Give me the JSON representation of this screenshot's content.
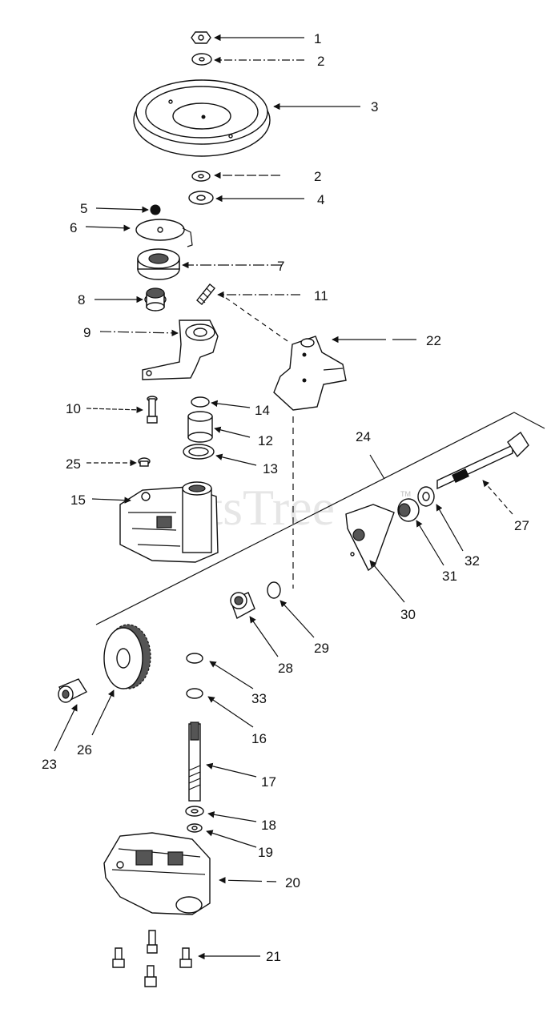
{
  "watermark": "PartsTree",
  "trademark": "TM",
  "callouts": [
    {
      "id": "1",
      "label": "1"
    },
    {
      "id": "2a",
      "label": "2"
    },
    {
      "id": "3",
      "label": "3"
    },
    {
      "id": "2b",
      "label": "2"
    },
    {
      "id": "4",
      "label": "4"
    },
    {
      "id": "5",
      "label": "5"
    },
    {
      "id": "6",
      "label": "6"
    },
    {
      "id": "7",
      "label": "7"
    },
    {
      "id": "8",
      "label": "8"
    },
    {
      "id": "11",
      "label": "11"
    },
    {
      "id": "9",
      "label": "9"
    },
    {
      "id": "22",
      "label": "22"
    },
    {
      "id": "10",
      "label": "10"
    },
    {
      "id": "14",
      "label": "14"
    },
    {
      "id": "12",
      "label": "12"
    },
    {
      "id": "24",
      "label": "24"
    },
    {
      "id": "25",
      "label": "25"
    },
    {
      "id": "13",
      "label": "13"
    },
    {
      "id": "15",
      "label": "15"
    },
    {
      "id": "27",
      "label": "27"
    },
    {
      "id": "32",
      "label": "32"
    },
    {
      "id": "31",
      "label": "31"
    },
    {
      "id": "30",
      "label": "30"
    },
    {
      "id": "29",
      "label": "29"
    },
    {
      "id": "28",
      "label": "28"
    },
    {
      "id": "33",
      "label": "33"
    },
    {
      "id": "16",
      "label": "16"
    },
    {
      "id": "23",
      "label": "23"
    },
    {
      "id": "26",
      "label": "26"
    },
    {
      "id": "17",
      "label": "17"
    },
    {
      "id": "18",
      "label": "18"
    },
    {
      "id": "19",
      "label": "19"
    },
    {
      "id": "20",
      "label": "20"
    },
    {
      "id": "21",
      "label": "21"
    }
  ]
}
